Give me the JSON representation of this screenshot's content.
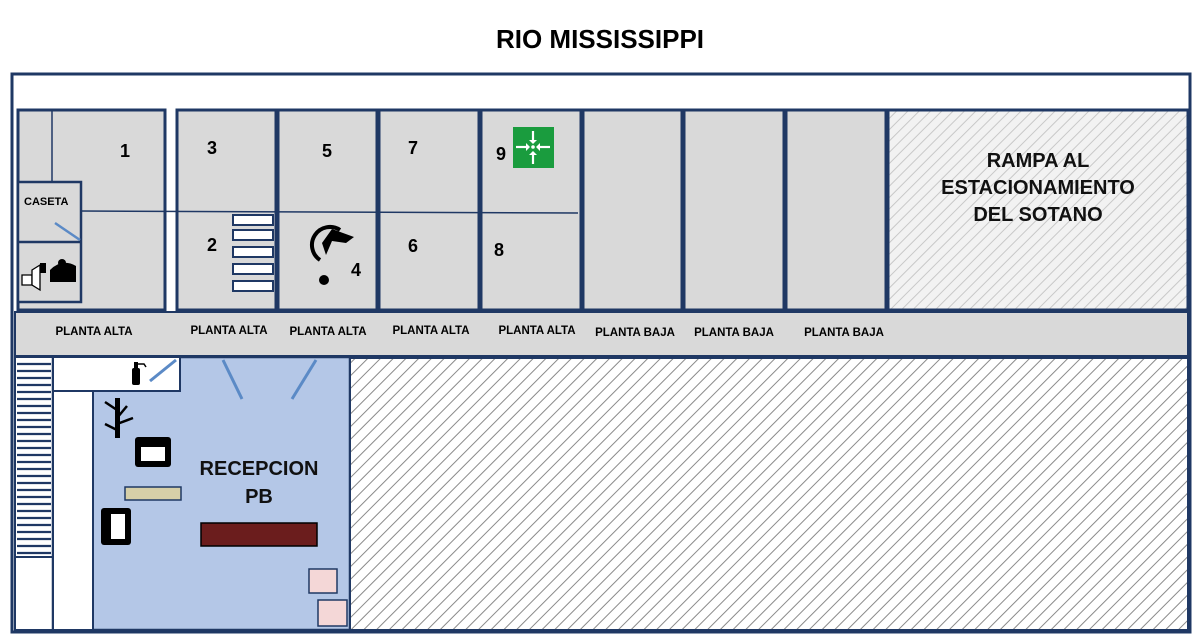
{
  "title": "RIO MISSISSIPPI",
  "colors": {
    "wall": "#1f3864",
    "floor": "#d9d9d9",
    "reception": "#b4c7e7",
    "desk": "#6b1d1d",
    "bench": "#d6cfa8",
    "box": "#f4d7d7",
    "exit_sign": "#1a9c3e"
  },
  "spaces": [
    {
      "number": "1"
    },
    {
      "number": "2"
    },
    {
      "number": "3"
    },
    {
      "number": "4"
    },
    {
      "number": "5"
    },
    {
      "number": "6"
    },
    {
      "number": "7"
    },
    {
      "number": "8"
    },
    {
      "number": "9"
    }
  ],
  "caseta_label": "CASETA",
  "levels": [
    "PLANTA ALTA",
    "PLANTA ALTA",
    "PLANTA ALTA",
    "PLANTA ALTA",
    "PLANTA ALTA",
    "PLANTA BAJA",
    "PLANTA BAJA",
    "PLANTA BAJA"
  ],
  "ramp_label": [
    "RAMPA AL",
    "ESTACIONAMIENTO",
    "DEL SOTANO"
  ],
  "reception_label": [
    "RECEPCION",
    "PB"
  ],
  "icons": [
    "parking-attendant-icon",
    "stairs-icon",
    "wheelchair-icon",
    "emergency-exit-icon",
    "fire-extinguisher-icon",
    "plant-icon",
    "armchair-icon"
  ]
}
